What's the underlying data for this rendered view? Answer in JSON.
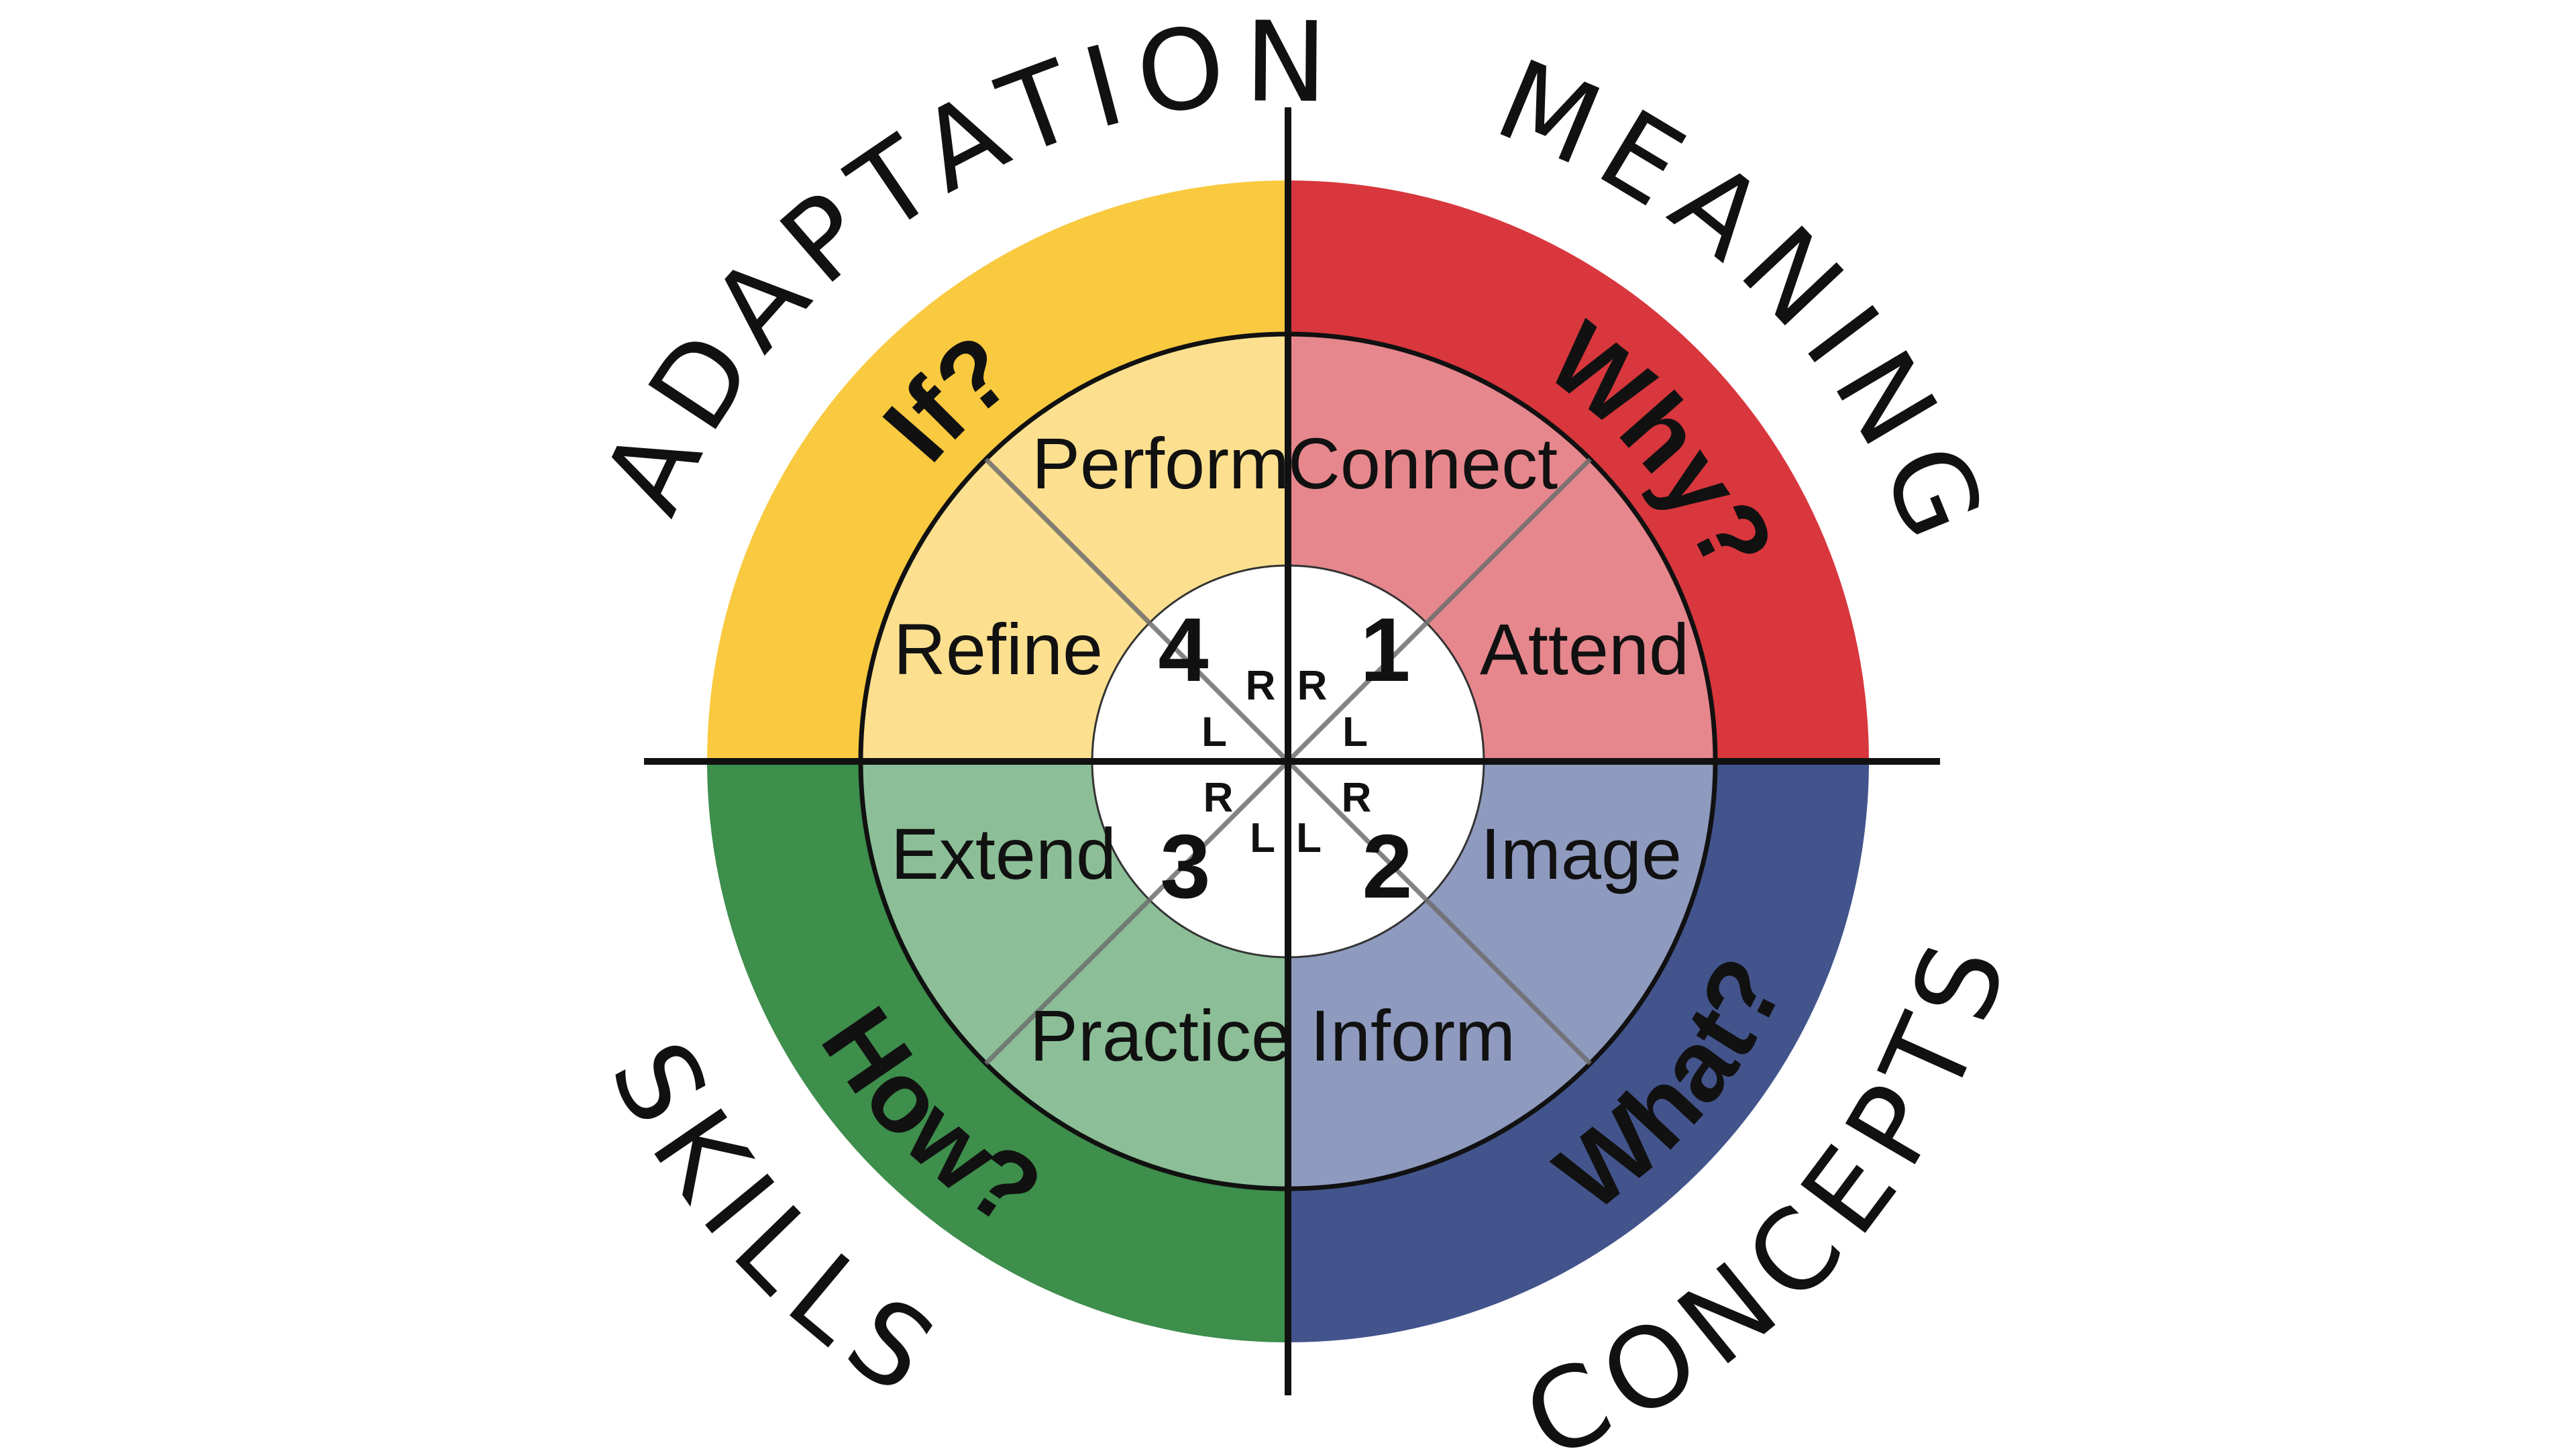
{
  "quadrants": [
    {
      "id": "1",
      "outer_label": "MEANING",
      "question": "Why?",
      "steps": [
        "Connect",
        "Attend"
      ],
      "number": "1",
      "hemispheres": [
        "R",
        "L"
      ],
      "color": "#D8373D",
      "light_color": "#E6878D"
    },
    {
      "id": "2",
      "outer_label": "CONCEPTS",
      "question": "What?",
      "steps": [
        "Image",
        "Inform"
      ],
      "number": "2",
      "hemispheres": [
        "R",
        "L"
      ],
      "color": "#43548C",
      "light_color": "#8F9ABF"
    },
    {
      "id": "3",
      "outer_label": "SKILLS",
      "question": "How?",
      "steps": [
        "Extend",
        "Practice"
      ],
      "number": "3",
      "hemispheres": [
        "R",
        "L"
      ],
      "color": "#3E8E4C",
      "light_color": "#8CBF97"
    },
    {
      "id": "4",
      "outer_label": "ADAPTATION",
      "question": "If?",
      "steps": [
        "Perform",
        "Refine"
      ],
      "number": "4",
      "hemispheres": [
        "R",
        "L"
      ],
      "color": "#F9C93F",
      "light_color": "#FCE08F"
    }
  ]
}
